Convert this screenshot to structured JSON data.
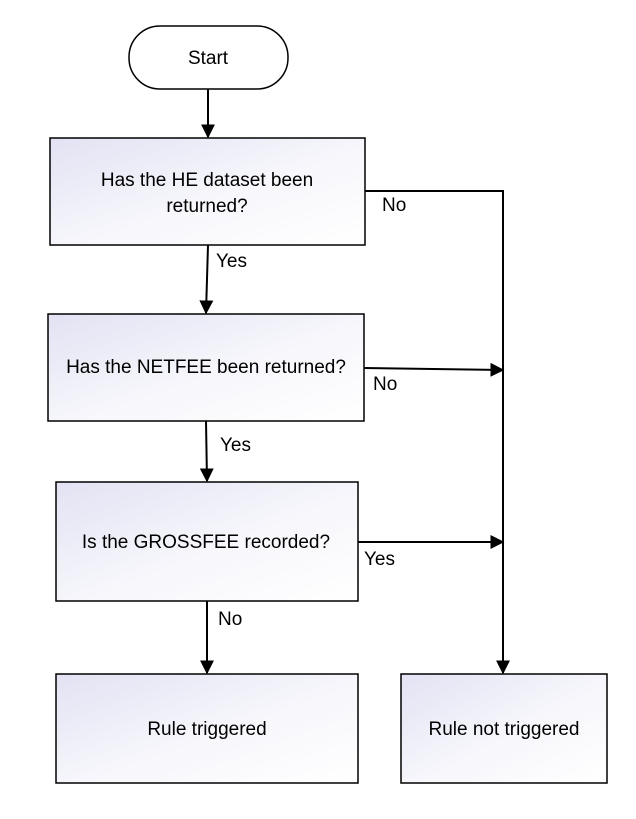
{
  "flowchart": {
    "start": {
      "label": "Start"
    },
    "decision_he_dataset": {
      "line1": "Has the HE dataset been",
      "line2": "returned?"
    },
    "decision_netfee": {
      "label": "Has the NETFEE been returned?"
    },
    "decision_grossfee": {
      "label": "Is the GROSSFEE recorded?"
    },
    "outcome_triggered": {
      "label": "Rule triggered"
    },
    "outcome_not_triggered": {
      "label": "Rule not triggered"
    },
    "edge_labels": {
      "he_no": "No",
      "he_yes": "Yes",
      "netfee_no": "No",
      "netfee_yes": "Yes",
      "grossfee_yes": "Yes",
      "grossfee_no": "No"
    },
    "colors": {
      "box_fill_start": "#e4e4f4",
      "box_fill_end": "#ffffff",
      "stroke": "#000000"
    }
  }
}
